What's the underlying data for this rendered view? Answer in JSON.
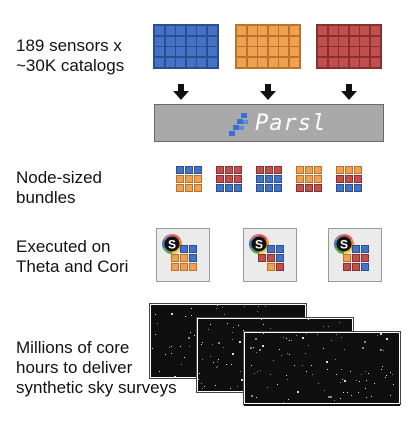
{
  "rows": {
    "sensors": {
      "line1": "189 sensors x",
      "line2": "~30K catalogs"
    },
    "bundles": {
      "line1": "Node-sized",
      "line2": "bundles"
    },
    "executed": {
      "line1": "Executed on",
      "line2": "Theta and Cori"
    },
    "hours": {
      "line1": "Millions of core",
      "line2": "hours to deliver",
      "line3": "synthetic sky surveys"
    }
  },
  "parsl": {
    "text": "Parsl"
  },
  "colors": {
    "blue": "#4472c4",
    "orange": "#f0a050",
    "red": "#c0504d",
    "parsl_bar": "#a9a9a9",
    "parsl_logo": "#3a6fd8"
  },
  "icons": {
    "arrow": "down-arrow-icon",
    "scheduler": "slurm-s-icon",
    "logo": "parsl-logo-icon"
  }
}
